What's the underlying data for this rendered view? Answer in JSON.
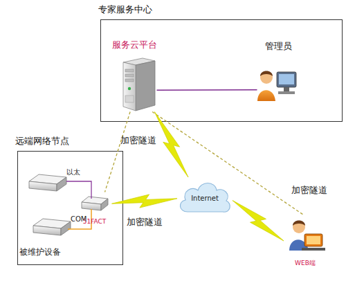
{
  "diagram": {
    "nodes": [
      {
        "text": [
          "专家服务中心"
        ]
      },
      {
        "text": [
          "服务云平台"
        ],
        "in": 0
      },
      {
        "text": [
          "管理员"
        ],
        "in": 0
      },
      {
        "text": [
          "远端网络节点"
        ]
      },
      {
        "text": [
          "51FACT"
        ],
        "in": 3
      },
      {
        "text": [
          "Internet"
        ]
      },
      {
        "text": [
          "WEB端"
        ]
      }
    ],
    "edges": [
      {
        "from": 1,
        "to": 2,
        "arrow": "none"
      },
      {
        "from": 1,
        "to": 4,
        "arrow": "none"
      },
      {
        "from": 1,
        "to": 6,
        "arrow": "none"
      },
      {
        "from": 1,
        "to": 5,
        "label": "加密隧道",
        "arrow": "none"
      },
      {
        "from": 4,
        "to": 5,
        "label": "加密隧道",
        "arrow": "none"
      },
      {
        "from": 5,
        "to": 6,
        "label": "加密隧道",
        "arrow": "none"
      }
    ],
    "labels": [
      "以太",
      "COM",
      "被维护设备"
    ]
  }
}
